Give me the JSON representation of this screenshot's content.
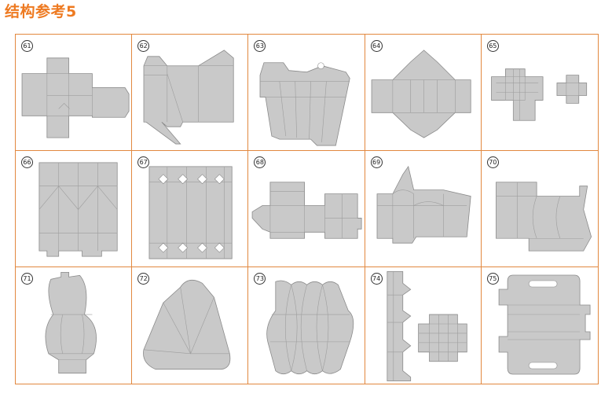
{
  "title": "结构参考5",
  "colors": {
    "accent": "#ee7a21",
    "border": "#e2883f",
    "panel": "#c9c9c9",
    "line": "#8a8a8a"
  },
  "items": [
    {
      "num": "61",
      "shape": "cross-box-net"
    },
    {
      "num": "62",
      "shape": "tuck-box-net"
    },
    {
      "num": "63",
      "shape": "handle-box-net"
    },
    {
      "num": "64",
      "shape": "pillow-box-net"
    },
    {
      "num": "65",
      "shape": "double-cross-net"
    },
    {
      "num": "66",
      "shape": "sleeve-box-net"
    },
    {
      "num": "67",
      "shape": "diamond-cutout-net"
    },
    {
      "num": "68",
      "shape": "round-end-box-net"
    },
    {
      "num": "69",
      "shape": "curved-lid-box-net"
    },
    {
      "num": "70",
      "shape": "waisted-box-net"
    },
    {
      "num": "71",
      "shape": "bottle-box-net"
    },
    {
      "num": "72",
      "shape": "pyramid-box-net"
    },
    {
      "num": "73",
      "shape": "petal-box-net"
    },
    {
      "num": "74",
      "shape": "strip-and-square-net"
    },
    {
      "num": "75",
      "shape": "carry-handle-box-net"
    }
  ]
}
